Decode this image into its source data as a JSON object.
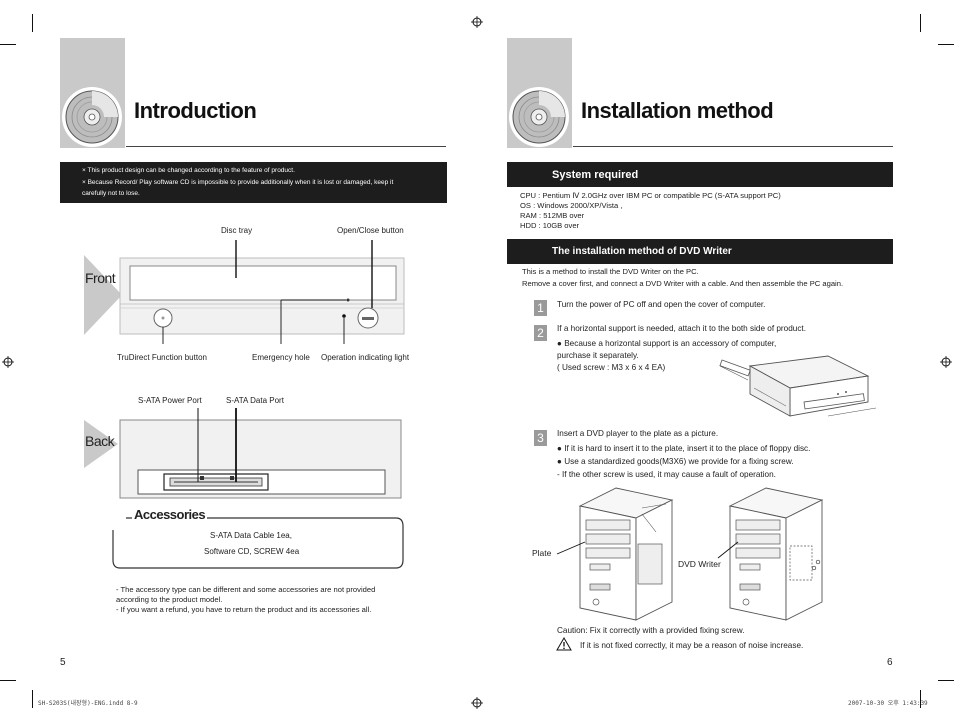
{
  "left_page": {
    "title": "Introduction",
    "notice_lines": [
      "×  This product design can be changed according to the feature of product.",
      "×  Because Record/ Play software CD is impossible to provide additionally when it is lost or damaged, keep it",
      "    carefully not to lose."
    ],
    "front": {
      "heading": "Front",
      "labels": {
        "disc_tray": "Disc tray",
        "open_close": "Open/Close button",
        "trudirect": "TruDirect Function button",
        "emergency_hole": "Emergency hole",
        "operation_light": "Operation indicating light"
      }
    },
    "back": {
      "heading": "Back",
      "labels": {
        "power_port": "S-ATA Power Port",
        "data_port": "S-ATA  Data Port"
      }
    },
    "accessories": {
      "heading": "Accessories",
      "line1": "S-ATA Data Cable 1ea,",
      "line2": "Software CD, SCREW 4ea"
    },
    "notes": [
      "- The accessory type can be different and some accessories are not provided",
      "   according to the product model.",
      "- If you want a refund, you have to return the product and its accessories all."
    ],
    "page_number": "5"
  },
  "right_page": {
    "title": "Installation method",
    "system_required": {
      "heading": "System required",
      "lines": [
        "CPU : Pentium Ⅳ 2.0GHz over IBM PC or compatible PC (S-ATA support PC)",
        "OS : Windows 2000/XP/Vista ,",
        "RAM : 512MB over",
        "HDD : 10GB over"
      ]
    },
    "install": {
      "heading": "The installation method of DVD Writer",
      "intro1": "This is a method to install the DVD Writer on the PC.",
      "intro2": "Remove a cover first, and connect a  DVD Writer with a cable. And then assemble the PC again."
    },
    "steps": [
      {
        "num": "1",
        "text": "Turn the power of PC off and open the cover of computer."
      },
      {
        "num": "2",
        "text": "If a horizontal support is needed, attach it to the both side of product."
      },
      {
        "num": "3",
        "text": "Insert a DVD player to the plate as a picture."
      }
    ],
    "step2_notes": [
      "● Because a horizontal support is an accessory of computer,",
      "    purchase it separately.",
      "    ( Used screw : M3 x 6 x 4 EA)"
    ],
    "step3_notes": [
      "● If it is hard to insert it to the plate, insert it to the place of floppy disc.",
      "● Use a standardized goods(M3X6) we provide for a fixing screw.",
      "   -  If the other screw is used, it may cause a fault of operation."
    ],
    "labels": {
      "plate": "Plate",
      "dvd_writer": "DVD Writer"
    },
    "caution": "Caution: Fix it correctly with a provided fixing screw.",
    "caution_detail": "If  it is not fixed correctly, it may be a reason of noise increase.",
    "page_number": "6"
  },
  "footer": {
    "left": "SH-S203S(내장형)-ENG.indd   8-9",
    "right": "2007-10-30   오후 1:43:39"
  }
}
